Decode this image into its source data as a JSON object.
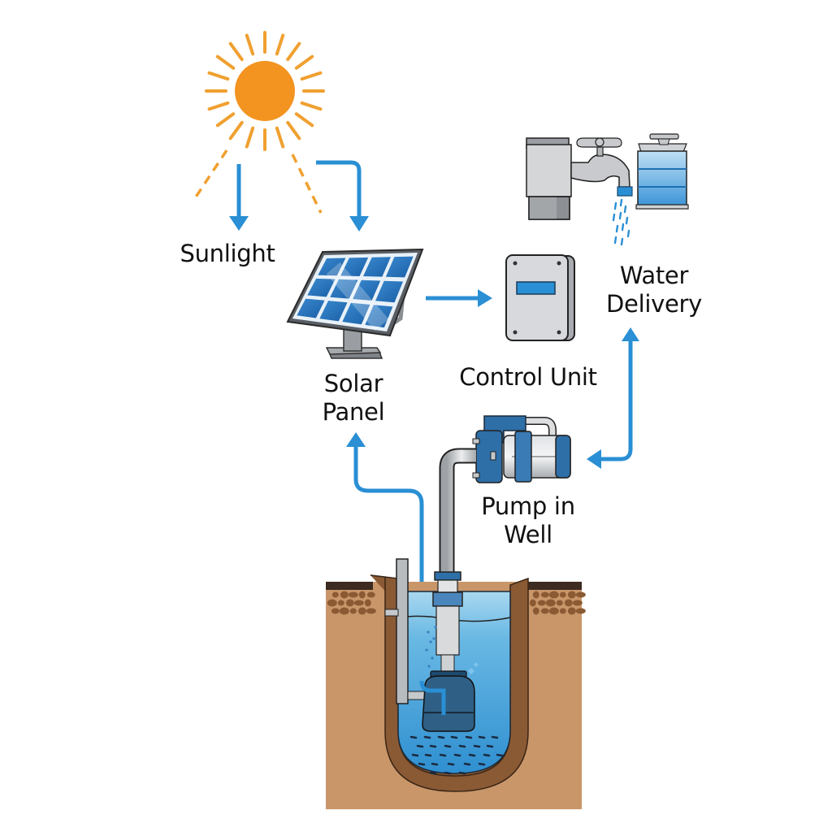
{
  "diagram": {
    "title": "Solar-powered water pumping system",
    "colors": {
      "arrow": "#2a8fd4",
      "sun": "#f39420",
      "sun_rays": "#f0a030",
      "panel_cell": "#1f6fb8",
      "panel_frame": "#555a60",
      "metal": "#c9cbcd",
      "metal_dark": "#8a8c8f",
      "pump_blue": "#2e6fa8",
      "water": "#5db3e2",
      "water_deep": "#2f8fd0",
      "soil": "#c9966a",
      "soil_dark": "#8a5a35",
      "soil_top": "#3d2a20",
      "pebble": "#8b5a33",
      "display": "#2a8fd4",
      "tank": "#5aa8e0"
    },
    "nodes": [
      {
        "id": "sunlight",
        "icon": "sun-icon",
        "label_lines": [
          "Sunlight"
        ]
      },
      {
        "id": "solar_panel",
        "icon": "solar-panel-icon",
        "label_lines": [
          "Solar",
          "Panel"
        ]
      },
      {
        "id": "control_unit",
        "icon": "control-box-icon",
        "label_lines": [
          "Control Unit"
        ]
      },
      {
        "id": "water_delivery",
        "icon": "faucet-tank-icon",
        "label_lines": [
          "Water",
          "Delivery"
        ]
      },
      {
        "id": "pump_in_well",
        "icon": "pump-icon",
        "label_lines": [
          "Pump in",
          "Well"
        ]
      }
    ],
    "edges": [
      {
        "from": "sun",
        "to": "sunlight",
        "style": "arrow-down"
      },
      {
        "from": "sun",
        "to": "solar_panel",
        "style": "elbow-arrow"
      },
      {
        "from": "solar_panel",
        "to": "control_unit",
        "style": "arrow-right"
      },
      {
        "from": "well",
        "to": "solar_panel",
        "style": "elbow-arrow-up"
      },
      {
        "from": "water_delivery",
        "to": "pump_in_well",
        "style": "double-elbow-arrow"
      }
    ]
  }
}
